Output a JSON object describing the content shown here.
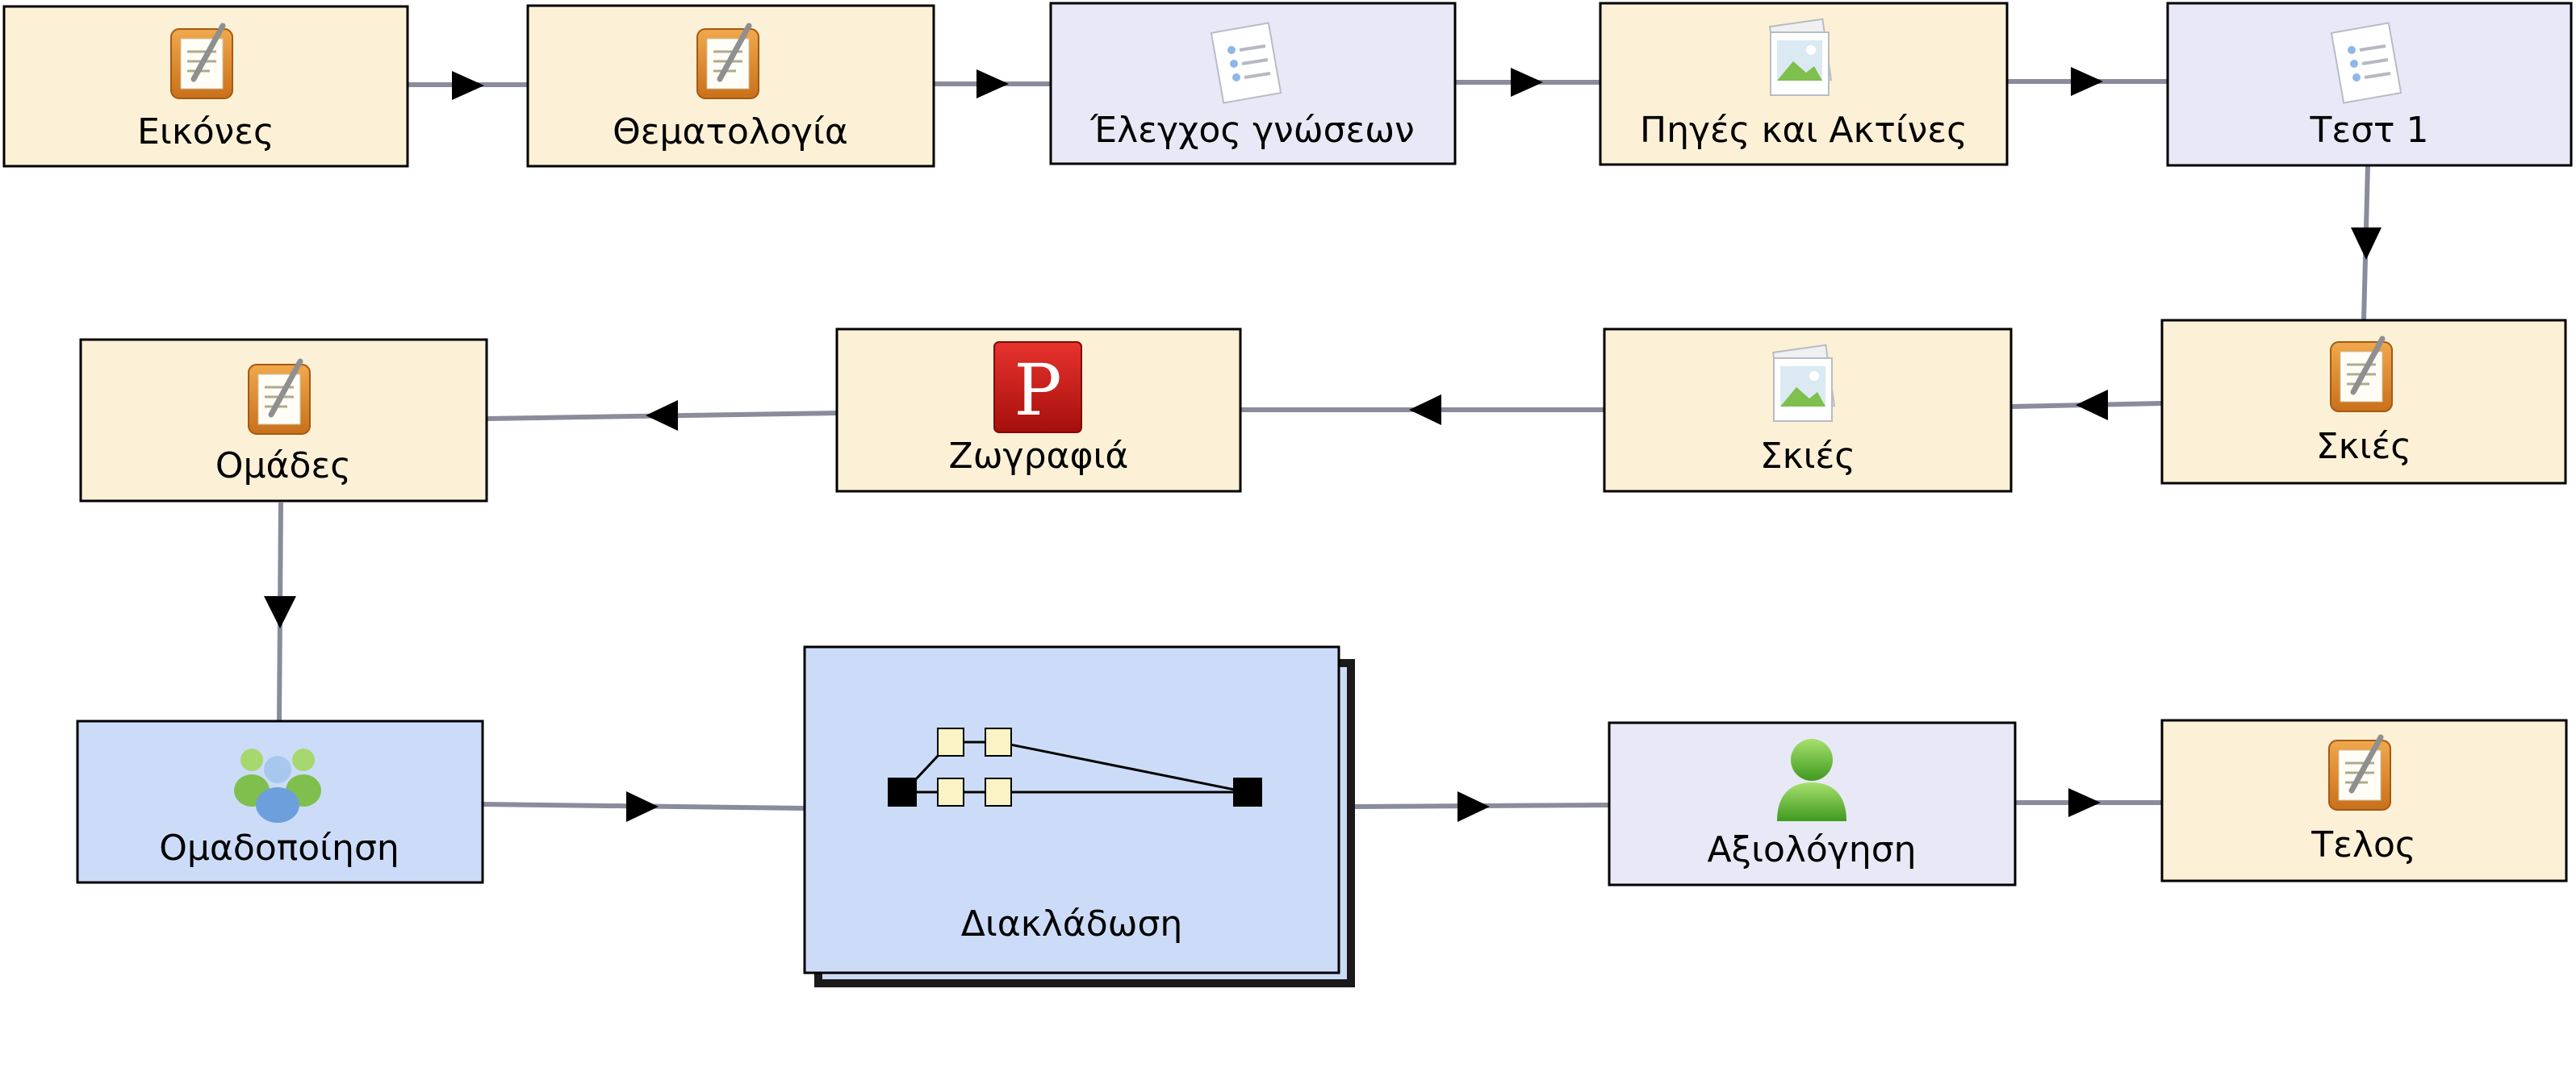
{
  "diagram": {
    "title": "",
    "colors": {
      "activity_fill": "#fcf1d6",
      "test_fill": "#e9e8f6",
      "group_fill": "#ccdcf8",
      "border": "#000000",
      "connector": "#8a8c9c",
      "arrow": "#000000"
    },
    "nodes": [
      {
        "id": "n1",
        "label": "Εικόνες",
        "kind": "activity",
        "icon": "notebook-icon"
      },
      {
        "id": "n2",
        "label": "Θεματολογία",
        "kind": "activity",
        "icon": "notebook-icon"
      },
      {
        "id": "n3",
        "label": "Έλεγχος γνώσεων",
        "kind": "test",
        "icon": "checklist-icon"
      },
      {
        "id": "n4",
        "label": "Πηγές και Ακτίνες",
        "kind": "activity",
        "icon": "image-doc-icon"
      },
      {
        "id": "n5",
        "label": "Τεστ 1",
        "kind": "test",
        "icon": "checklist-icon"
      },
      {
        "id": "n6",
        "label": "Σκιές",
        "kind": "activity",
        "icon": "notebook-icon"
      },
      {
        "id": "n7",
        "label": "Σκιές",
        "kind": "activity",
        "icon": "image-doc-icon"
      },
      {
        "id": "n8",
        "label": "Ζωγραφιά",
        "kind": "activity",
        "icon": "p-badge-icon"
      },
      {
        "id": "n9",
        "label": "Ομάδες",
        "kind": "activity",
        "icon": "notebook-icon"
      },
      {
        "id": "n10",
        "label": "Ομαδοποίηση",
        "kind": "group",
        "icon": "people-group-icon"
      },
      {
        "id": "n11",
        "label": "Διακλάδωση",
        "kind": "branch",
        "icon": "branch-icon"
      },
      {
        "id": "n12",
        "label": "Αξιολόγηση",
        "kind": "test",
        "icon": "person-icon"
      },
      {
        "id": "n13",
        "label": "Τελος",
        "kind": "activity",
        "icon": "notebook-icon"
      }
    ],
    "edges": [
      {
        "from": "n1",
        "to": "n2"
      },
      {
        "from": "n2",
        "to": "n3"
      },
      {
        "from": "n3",
        "to": "n4"
      },
      {
        "from": "n4",
        "to": "n5"
      },
      {
        "from": "n5",
        "to": "n6"
      },
      {
        "from": "n6",
        "to": "n7"
      },
      {
        "from": "n7",
        "to": "n8"
      },
      {
        "from": "n8",
        "to": "n9"
      },
      {
        "from": "n9",
        "to": "n10"
      },
      {
        "from": "n10",
        "to": "n11"
      },
      {
        "from": "n11",
        "to": "n12"
      },
      {
        "from": "n12",
        "to": "n13"
      }
    ]
  }
}
